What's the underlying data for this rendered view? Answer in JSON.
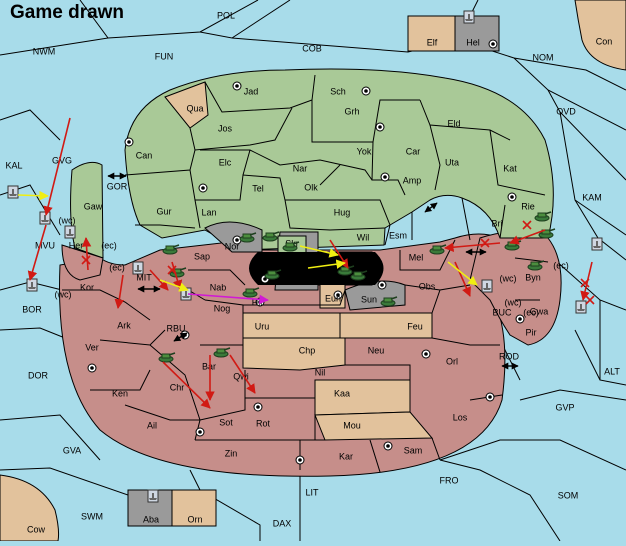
{
  "header": {
    "title": "Game drawn"
  },
  "colors": {
    "sea": "#a8dcea",
    "green": "#a9c997",
    "red": "#c68e8a",
    "neutral": "#e2c29c",
    "gray": "#9a9a9a",
    "border": "#000000",
    "move_red": "#d11a14",
    "move_yellow": "#f0ee12",
    "move_magenta": "#d11ad4"
  },
  "icons": [
    "army-icon",
    "fleet-icon",
    "supply-center-icon",
    "move-arrow",
    "coast-crossing-arrow"
  ],
  "map": {
    "sea_labels": [
      "POL",
      "NWM",
      "FUN",
      "COB",
      "NOM",
      "OVD",
      "KAL",
      "GVG",
      "GOR",
      "KAM",
      "MVU",
      "BOR",
      "DOR",
      "MIT",
      "RBU",
      "BUC",
      "ROD",
      "ALT",
      "GVP",
      "GVA",
      "FRO",
      "LIT",
      "SOM",
      "SWM",
      "DAX",
      "Con",
      "Cow"
    ],
    "green_provinces": [
      "Jad",
      "Sch",
      "Jos",
      "Grh",
      "Eld",
      "Can",
      "Yok",
      "Car",
      "Elc",
      "Nar",
      "Uta",
      "Tel",
      "Olk",
      "Amp",
      "Kat",
      "Gaw",
      "Gur",
      "Lan",
      "Hug",
      "Rie",
      "Bri",
      "Wil",
      "Esm",
      "Skr",
      "Ost",
      "Sap",
      "Nab"
    ],
    "red_provinces": [
      "Her",
      "Kor",
      "Ark",
      "Ver",
      "Ken",
      "Ail",
      "Chr",
      "Bar",
      "Qwi",
      "Nog",
      "Hil",
      "Sot",
      "Rot",
      "Zin",
      "Kar",
      "Sam",
      "Los",
      "Orl",
      "Obs",
      "Mel",
      "Byn",
      "Gwa",
      "Pir",
      "Nil",
      "Chp",
      "Neu",
      "Kaa",
      "Mou"
    ],
    "neutral_provinces": [
      "Qua",
      "Uru",
      "Feu",
      "Eun",
      "Elf",
      "Orn"
    ],
    "gray_provinces": [
      "Nor",
      "Web",
      "Sun",
      "Hel",
      "Aba"
    ],
    "coast_notes": [
      "(wc)",
      "(ec)",
      "(ec)",
      "(wc)",
      "(wc)",
      "(ec)",
      "(ec)",
      "(wc)"
    ]
  }
}
